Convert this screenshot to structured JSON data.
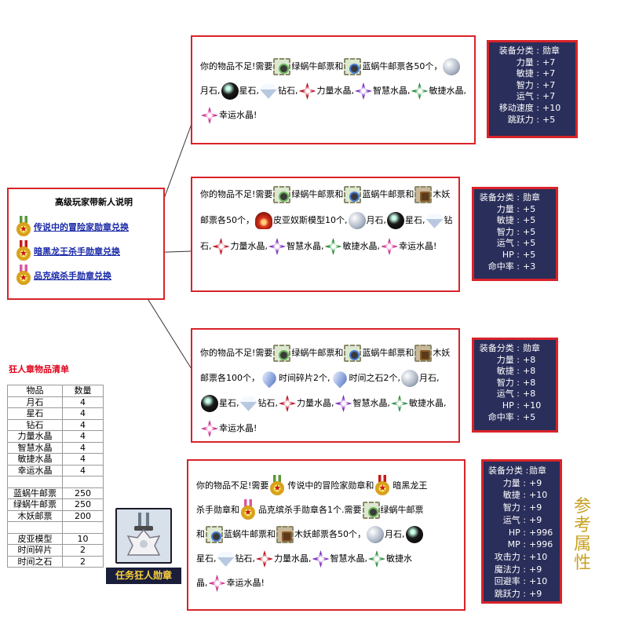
{
  "menu": {
    "title": "高级玩家带新人说明",
    "items": [
      "传说中的冒险家勋章兑换",
      "暗黑龙王杀手勋章兑换",
      "品克缤杀手勋章兑换"
    ]
  },
  "boxes": [
    {
      "text": {
        "t1": "你的物品不足!需要",
        "t2": "绿蜗牛邮票和",
        "t3": "蓝蜗牛邮票各50个，",
        "t4": "月石,",
        "t5": "星石,",
        "t6": "钻石,",
        "t7": "力量水晶,",
        "t8": "智慧水晶,",
        "t9": "敏捷水晶,",
        "t10": "幸运水晶!"
      }
    },
    {
      "text": {
        "t1": "你的物品不足!需要",
        "t2": "绿蜗牛邮票和",
        "t3": "蓝蜗牛邮票和",
        "t4": "木妖邮票各50个，",
        "t5": "皮亚奴斯模型10个,",
        "t6": "月石,",
        "t7": "星石,",
        "t8": "钻石,",
        "t9": "力量水晶,",
        "t10": "智慧水晶,",
        "t11": "敏捷水晶,",
        "t12": "幸运水晶!"
      }
    },
    {
      "text": {
        "t1": "你的物品不足!需要",
        "t2": "绿蜗牛邮票和",
        "t3": "蓝蜗牛邮票和",
        "t4": "木妖邮票各100个，",
        "t5": "时间碎片2个,",
        "t6": "时间之石2个,",
        "t7": "月石,",
        "t8": "星石,",
        "t9": "钻石,",
        "t10": "力量水晶,",
        "t11": "智慧水晶,",
        "t12": "敏捷水晶,",
        "t13": "幸运水晶!"
      }
    },
    {
      "text": {
        "t1": "你的物品不足!需要",
        "t2": "传说中的冒险家勋章和",
        "t3": "暗黑龙王",
        "t4": "杀手勋章和",
        "t5": "品克缤杀手勋章各1个.需要",
        "t6": "绿蜗牛邮票",
        "t7": "和",
        "t8": "蓝蜗牛邮票和",
        "t9": "木妖邮票各50个，",
        "t10": "月石,",
        "t11": "星石,",
        "t12": "钻石,",
        "t13": "力量水晶,",
        "t14": "智慧水晶,",
        "t15": "敏捷水",
        "t16": "晶,",
        "t17": "幸运水晶!"
      }
    }
  ],
  "stats": [
    {
      "rows": [
        [
          "装备分类 :",
          "勋章"
        ],
        [
          "力量 :",
          "+7"
        ],
        [
          "敏捷 :",
          "+7"
        ],
        [
          "智力 :",
          "+7"
        ],
        [
          "运气 :",
          "+7"
        ],
        [
          "移动速度 :",
          "+10"
        ],
        [
          "跳跃力 :",
          "+5"
        ]
      ]
    },
    {
      "rows": [
        [
          "装备分类 :",
          "勋章"
        ],
        [
          "力量 :",
          "+5"
        ],
        [
          "敏捷 :",
          "+5"
        ],
        [
          "智力 :",
          "+5"
        ],
        [
          "运气 :",
          "+5"
        ],
        [
          "HP :",
          "+5"
        ],
        [
          "命中率 :",
          "+3"
        ]
      ]
    },
    {
      "rows": [
        [
          "装备分类 :",
          "勋章"
        ],
        [
          "力量 :",
          "+8"
        ],
        [
          "敏捷 :",
          "+8"
        ],
        [
          "智力 :",
          "+8"
        ],
        [
          "运气 :",
          "+8"
        ],
        [
          "HP :",
          "+10"
        ],
        [
          "命中率 :",
          "+5"
        ]
      ]
    },
    {
      "rows": [
        [
          "装备分类 :",
          "勋章"
        ],
        [
          "力量 :",
          "+9"
        ],
        [
          "敏捷 :",
          "+10"
        ],
        [
          "智力 :",
          "+9"
        ],
        [
          "运气 :",
          "+9"
        ],
        [
          "HP :",
          "+996"
        ],
        [
          "MP :",
          "+996"
        ],
        [
          "攻击力 :",
          "+10"
        ],
        [
          "魔法力 :",
          "+9"
        ],
        [
          "回避率 :",
          "+10"
        ],
        [
          "跳跃力 :",
          "+9"
        ]
      ]
    }
  ],
  "crazy_list": {
    "title": "狂人章物品清单",
    "headers": [
      "物品",
      "数量"
    ],
    "rows": [
      [
        "月石",
        "4"
      ],
      [
        "星石",
        "4"
      ],
      [
        "钻石",
        "4"
      ],
      [
        "力量水晶",
        "4"
      ],
      [
        "智慧水晶",
        "4"
      ],
      [
        "敏捷水晶",
        "4"
      ],
      [
        "幸运水晶",
        "4"
      ],
      [
        "",
        ""
      ],
      [
        "蓝蜗牛邮票",
        "250"
      ],
      [
        "绿蜗牛邮票",
        "250"
      ],
      [
        "木妖邮票",
        "200"
      ],
      [
        "",
        ""
      ],
      [
        "皮亚模型",
        "10"
      ],
      [
        "时间碎片",
        "2"
      ],
      [
        "时间之石",
        "2"
      ]
    ]
  },
  "badge_label": "任务狂人勋章",
  "ref_attr": "参考属性",
  "colors": {
    "border_red": "#d9232a",
    "stat_bg": "#2a2e5a",
    "link_blue": "#1a2aa8",
    "title_red": "#e0001a",
    "gold": "#c8a020"
  }
}
